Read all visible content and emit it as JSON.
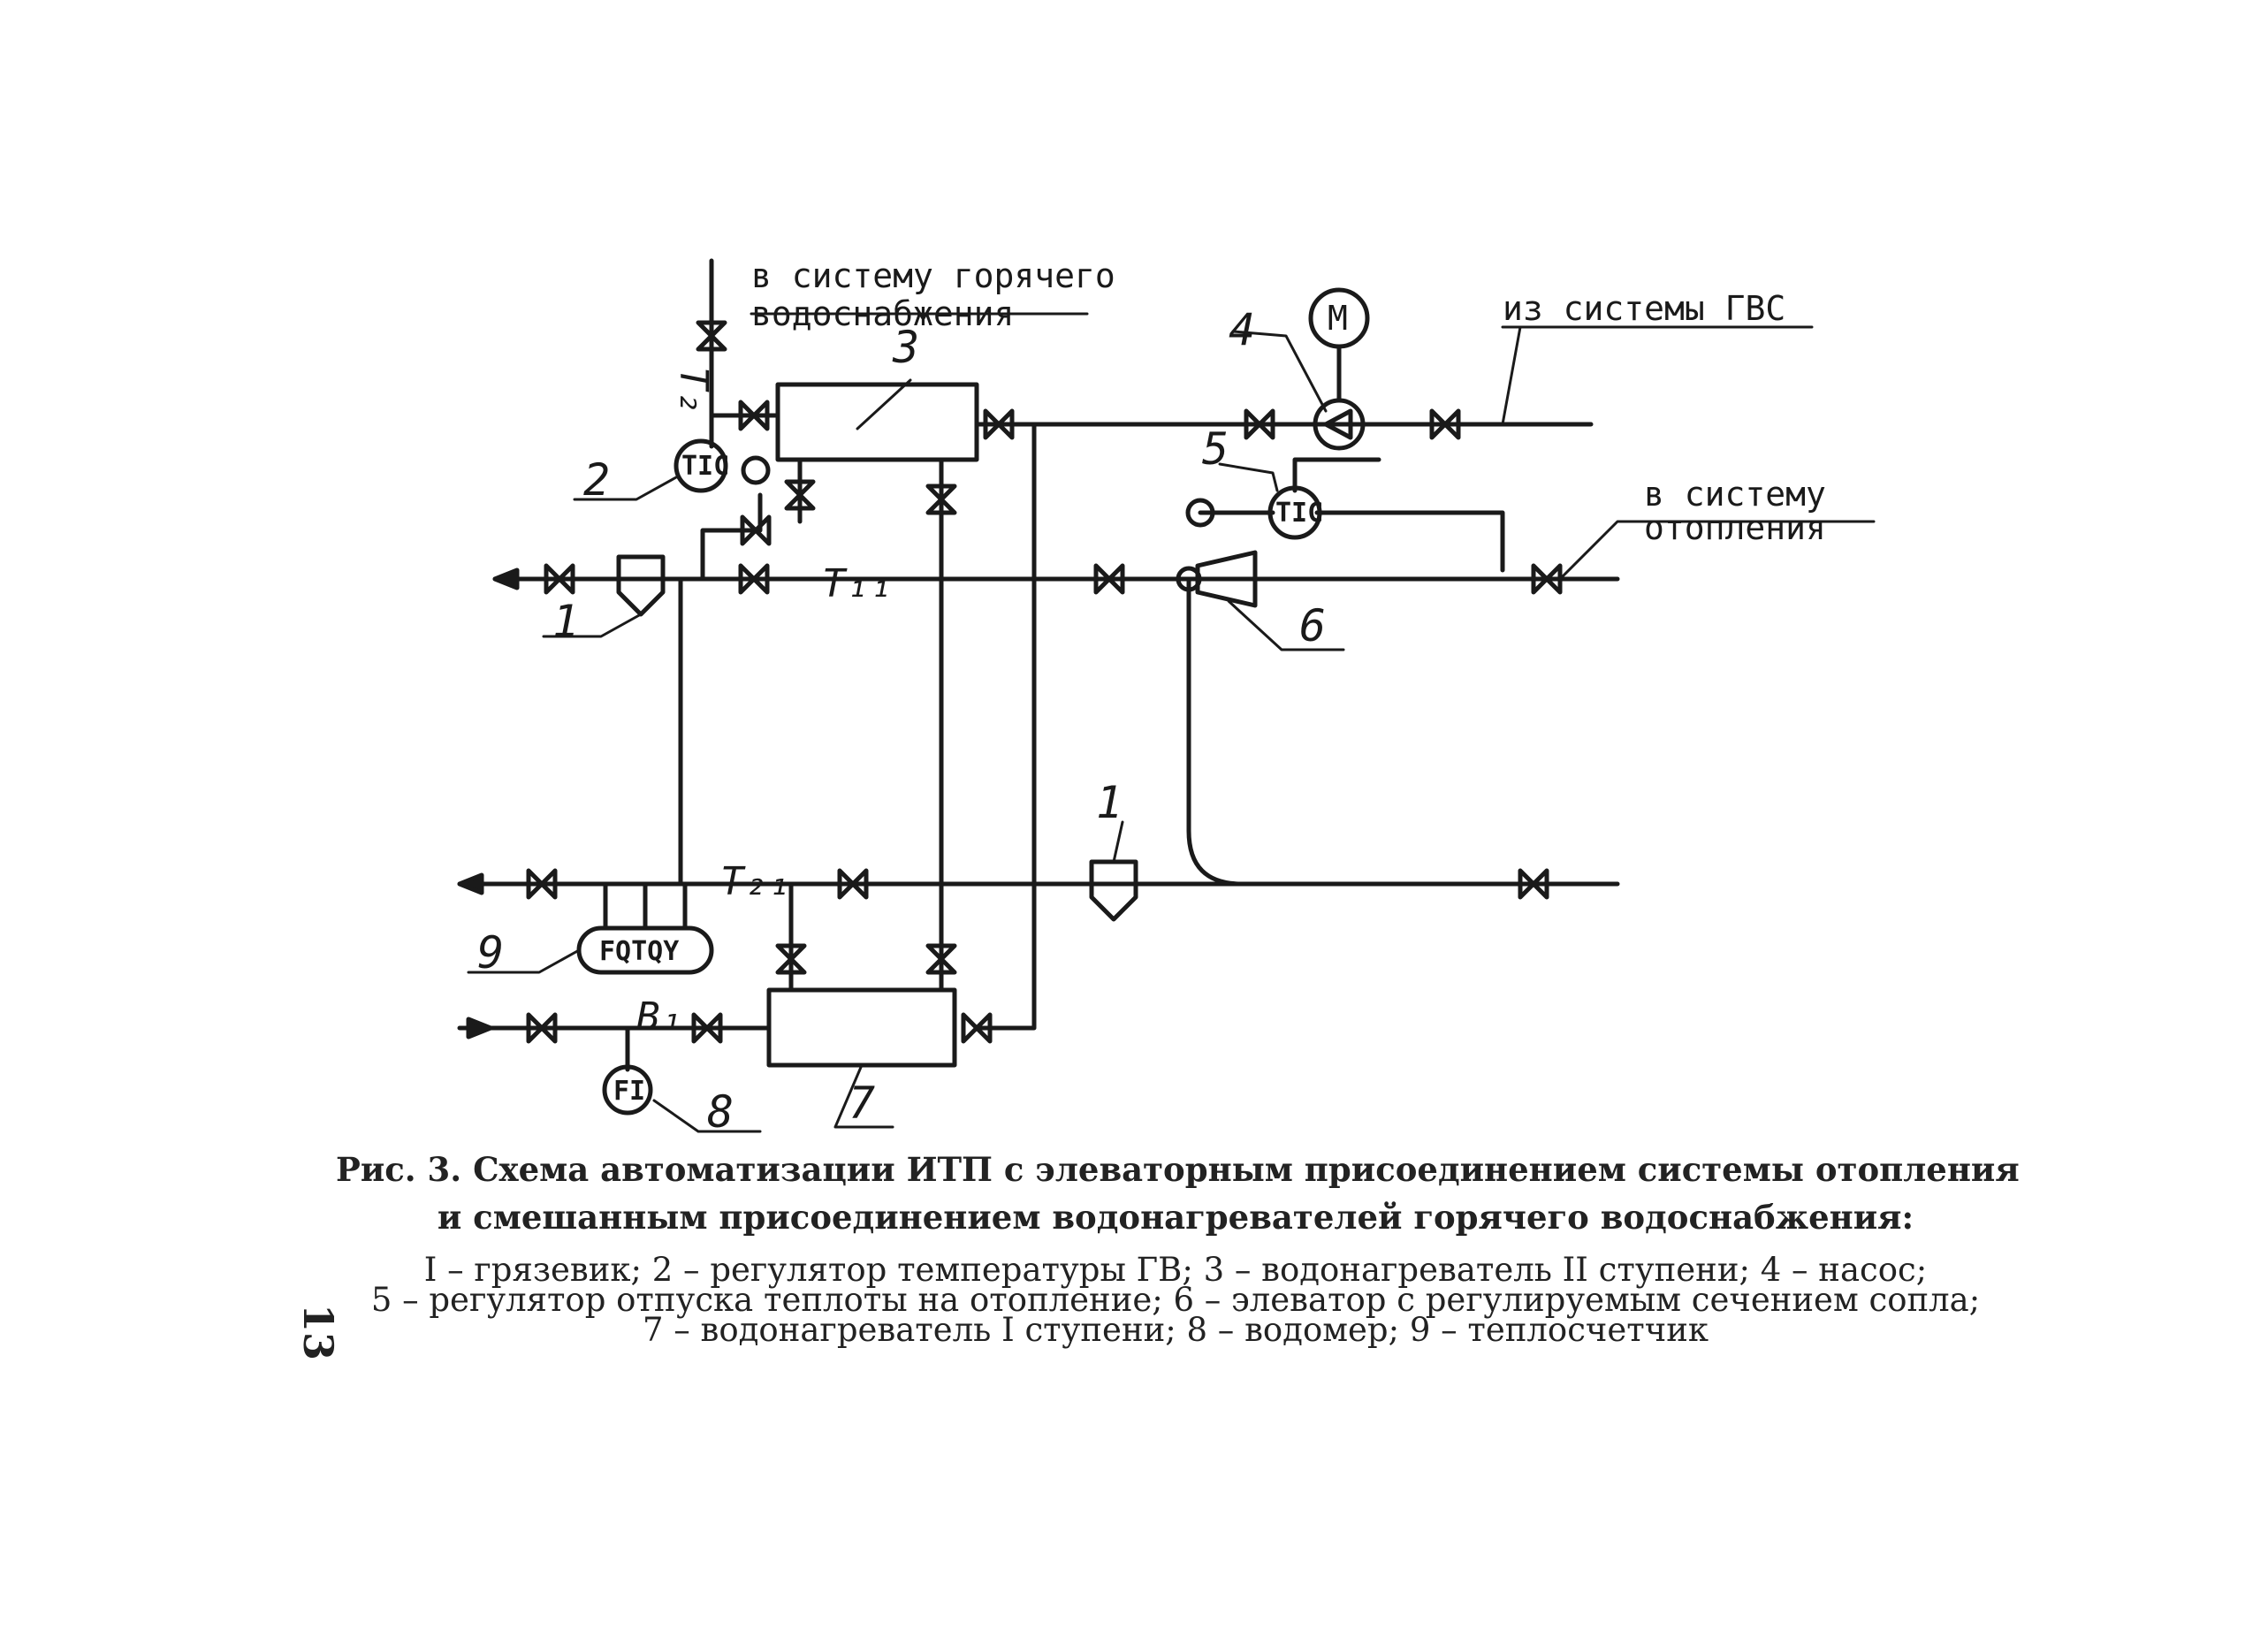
{
  "diagram": {
    "labels": {
      "to_hot_water_1": "в систему горячего",
      "to_hot_water_2": "водоснабжения",
      "from_hws": "из системы ГВС",
      "to_heating_1": "в систему",
      "to_heating_2": "отопления"
    },
    "pipe_tags": {
      "t2": "T₂",
      "t11": "T₁₁",
      "t21": "T₂₁",
      "b1": "B₁"
    },
    "instruments": {
      "motor": "M",
      "temp_reg_2": "TIC",
      "temp_reg_5": "TIC",
      "heat_meter": "FQTQY",
      "water_meter": "FI"
    },
    "callouts": {
      "n1_top": "1",
      "n1_bottom": "1",
      "n2": "2",
      "n3": "3",
      "n4": "4",
      "n5": "5",
      "n6": "6",
      "n7": "7",
      "n8": "8",
      "n9": "9"
    }
  },
  "caption": {
    "title_line_1": "Рис. 3. Схема автоматизации ИТП с элеваторным присоединением системы отопления",
    "title_line_2": "и смешанным присоединением водонагревателей горячего водоснабжения:",
    "legend_line_1": "I – грязевик; 2 – регулятор температуры ГВ; 3 – водонагреватель II ступени; 4 – насос;",
    "legend_line_2": "5 – регулятор отпуска теплоты на отопление; 6 – элеватор с регулируемым сечением сопла;",
    "legend_line_3": "7 – водонагреватель I ступени; 8 – водомер; 9 – теплосчетчик"
  },
  "page_number": "13"
}
